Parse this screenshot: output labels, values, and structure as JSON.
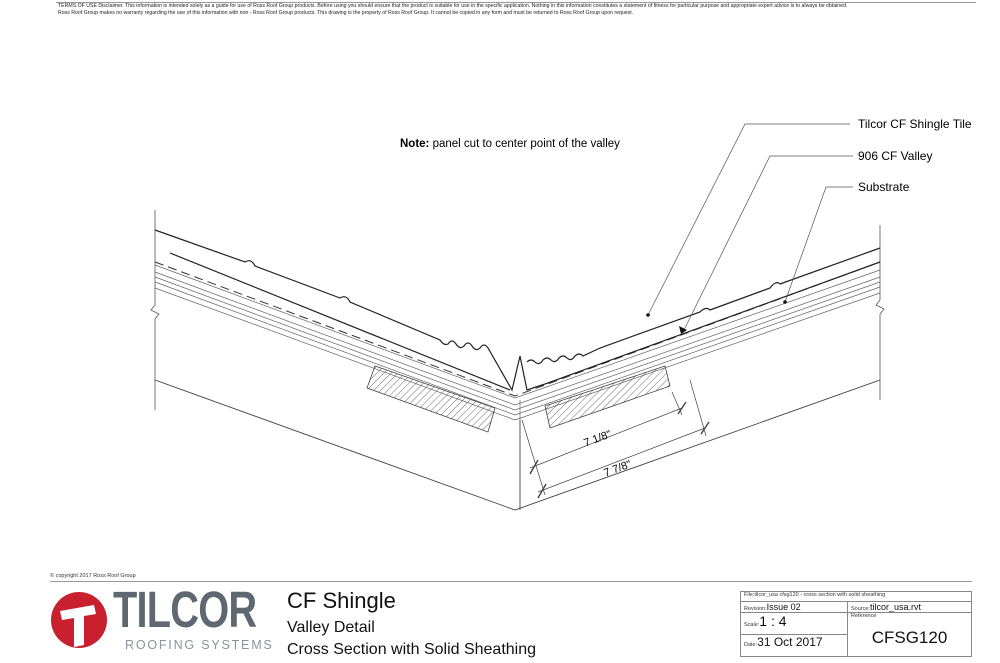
{
  "disclaimer": {
    "line1": "TERMS OF USE Disclaimer. This information is intended solely as a guide for use of Ross Roof Group products. Before using you should ensure that the product is suitable for use in the specific application. Nothing in this information constitutes a statement of fitness for particular purpose and appropriate expert advice is to always be obtained.",
    "line2": "Ross Roof Group makes no warranty regarding the use of this information with non - Ross Roof Group products. This drawing is the property of Ross Roof Group. It cannot be copied in any form and must be returned to Ross Roof Group upon request."
  },
  "drawing": {
    "note_bold": "Note:",
    "note_text": " panel cut to center point of the valley",
    "callouts": [
      "Tilcor CF Shingle Tile",
      "906 CF Valley",
      "Substrate"
    ],
    "dimensions": [
      "7 1/8\"",
      "7 7/8\""
    ]
  },
  "footer": {
    "copyright": "© copyright 2017 Ross Roof Group",
    "logo": {
      "brand": "TILCOR",
      "tagline": "ROOFING SYSTEMS",
      "brand_color": "#c8202f",
      "text_color": "#5f6870"
    },
    "title": "CF Shingle",
    "subtitle1": "Valley Detail",
    "subtitle2": "Cross Section with Solid Sheathing",
    "title_block": {
      "file_label": "File:",
      "file": "tilcor_usa cfsg120 - cross section with solid sheathing",
      "revision_label": "Revision:",
      "revision": "Issue 02",
      "source_label": "Source:",
      "source": "tilcor_usa.rvt",
      "scale_label": "Scale:",
      "scale": "1 : 4",
      "reference_label": "Reference",
      "reference": "CFSG120",
      "date_label": "Date:",
      "date": "31 Oct 2017"
    }
  }
}
